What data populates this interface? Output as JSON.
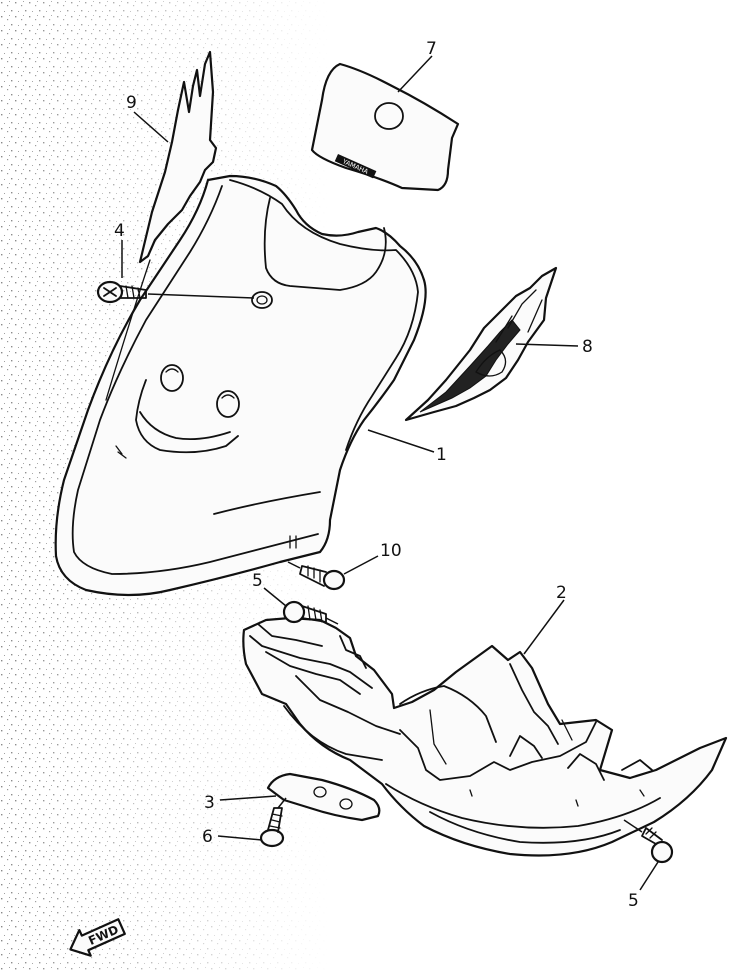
{
  "callouts": {
    "c1": "1",
    "c2": "2",
    "c3": "3",
    "c4": "4",
    "c5a": "5",
    "c5b": "5",
    "c6": "6",
    "c7": "7",
    "c8": "8",
    "c9": "9",
    "c10": "10"
  },
  "fwd_label": "FWD",
  "emblem_text": "YAMAHA"
}
